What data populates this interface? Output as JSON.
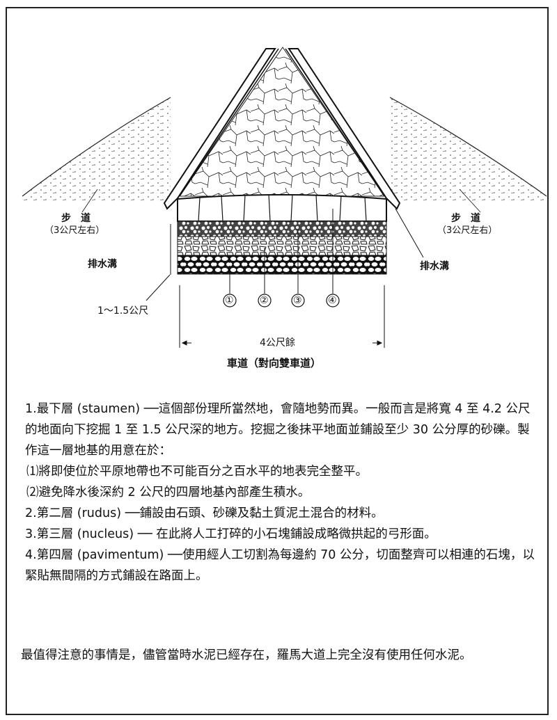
{
  "diagram": {
    "sidewalk_left": {
      "name": "步　道",
      "width": "（3公尺左右）"
    },
    "sidewalk_right": {
      "name": "步　道",
      "width": "（3公尺左右）"
    },
    "drain_left": "排水溝",
    "drain_right": "排水溝",
    "depth": "1～1.5公尺",
    "layer_markers": [
      "①",
      "②",
      "③",
      "④"
    ],
    "road_width": "4公尺餘",
    "road_caption": "車道（對向雙車道）"
  },
  "text": {
    "item1": "1.最下層 (staumen) ──這個部份理所當然地，會隨地勢而異。一般而言是將寬 4 至 4.2 公尺的地面向下挖掘 1 至 1.5 公尺深的地方。挖掘之後抹平地面並鋪設至少 30 公分厚的砂礫。製作這一層地基的用意在於：",
    "item1_sub1": "⑴將即使位於平原地帶也不可能百分之百水平的地表完全整平。",
    "item1_sub2": "⑵避免降水後深約 2 公尺的四層地基內部產生積水。",
    "item2": "2.第二層 (rudus) ──鋪設由石頭、砂礫及黏土質泥土混合的材料。",
    "item3": "3.第三層 (nucleus) ── 在此將人工打碎的小石塊鋪設成略微拱起的弓形面。",
    "item4": "4.第四層 (pavimentum) ──使用經人工切割為每邊約 70 公分，切面整齊可以相連的石塊，以緊貼無間隔的方式鋪設在路面上。",
    "conclusion": "最值得注意的事情是，儘管當時水泥已經存在，羅馬大道上完全沒有使用任何水泥。"
  }
}
